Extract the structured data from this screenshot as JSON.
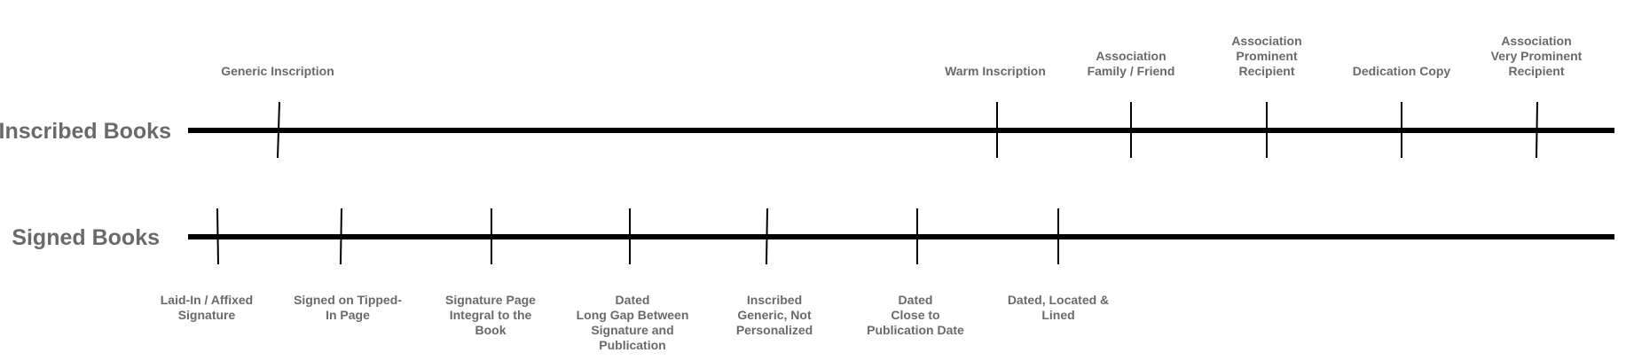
{
  "rows": [
    {
      "title": "Inscribed Books",
      "label_position": "above",
      "markers": [
        {
          "lines": [
            "Generic Inscription"
          ]
        },
        {
          "lines": [
            "Warm Inscription"
          ]
        },
        {
          "lines": [
            "Association",
            "Family / Friend"
          ]
        },
        {
          "lines": [
            "Association",
            "Prominent",
            "Recipient"
          ]
        },
        {
          "lines": [
            "Dedication Copy"
          ]
        },
        {
          "lines": [
            "Association",
            "Very Prominent",
            "Recipient"
          ]
        }
      ]
    },
    {
      "title": "Signed Books",
      "label_position": "below",
      "markers": [
        {
          "lines": [
            "Laid-In / Affixed",
            "Signature"
          ]
        },
        {
          "lines": [
            "Signed on Tipped-",
            "In Page"
          ]
        },
        {
          "lines": [
            "Signature Page",
            "Integral to the",
            "Book"
          ]
        },
        {
          "lines": [
            "Dated",
            "Long Gap Between",
            "Signature and",
            "Publication"
          ]
        },
        {
          "lines": [
            "Inscribed",
            "Generic, Not",
            "Personalized"
          ]
        },
        {
          "lines": [
            "Dated",
            "Close to",
            "Publication Date"
          ]
        },
        {
          "lines": [
            "Dated, Located &",
            "Lined"
          ]
        }
      ]
    }
  ],
  "colors": {
    "text": "#6a6a6a",
    "line": "#000000",
    "background": "#ffffff"
  }
}
